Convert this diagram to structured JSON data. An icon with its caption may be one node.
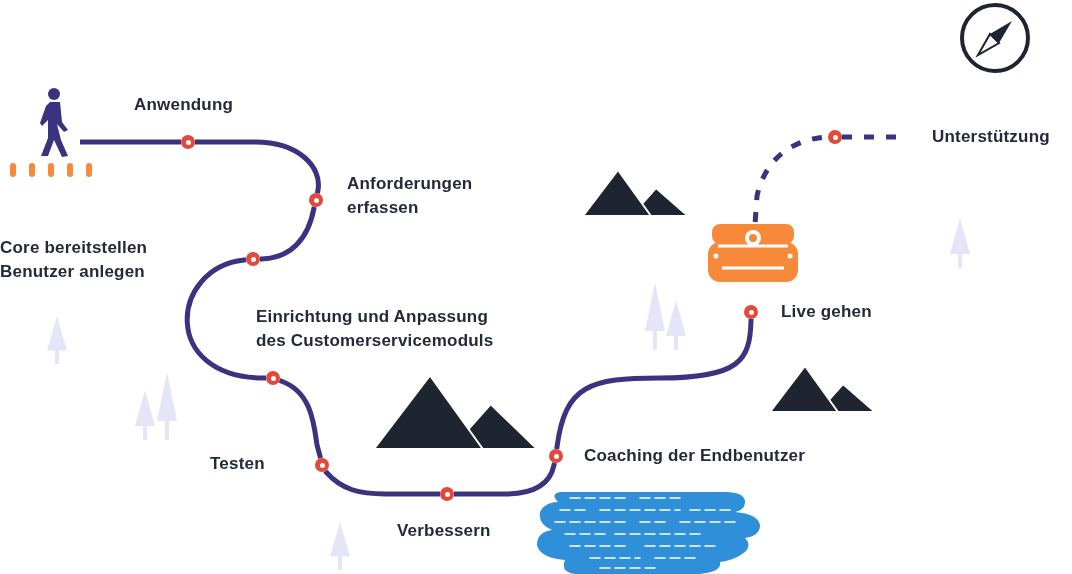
{
  "diagram": {
    "nodes": [
      {
        "text": [],
        "shape": "person"
      },
      {
        "text": [],
        "shape": "circle",
        "beside": [
          "Anwendung"
        ]
      },
      {
        "text": [],
        "shape": "circle",
        "beside": [
          "Anforderungen erfassen"
        ]
      },
      {
        "text": [],
        "shape": "circle"
      },
      {
        "text": [],
        "shape": "circle",
        "beside": [
          "Einrichtung und Anpassung des Customerservicemoduls"
        ]
      },
      {
        "text": [],
        "shape": "circle",
        "beside": [
          "Testen"
        ]
      },
      {
        "text": [],
        "shape": "circle",
        "beside": [
          "Verbessern"
        ]
      },
      {
        "text": [],
        "shape": "circle",
        "beside": [
          "Coaching der Endbenutzer"
        ]
      },
      {
        "text": [],
        "shape": "circle",
        "beside": [
          "Live gehen"
        ]
      },
      {
        "text": [],
        "shape": "picture"
      },
      {
        "text": [],
        "shape": "circle"
      }
    ],
    "labels": [
      "Unterstützung",
      "Core bereitstellen Benutzer anlegen"
    ],
    "edges": [
      {
        "from": 0,
        "to": 1,
        "arrow": "none"
      },
      {
        "from": 1,
        "to": 2,
        "arrow": "none"
      },
      {
        "from": 2,
        "to": 3,
        "arrow": "none"
      },
      {
        "from": 3,
        "to": 4,
        "arrow": "none"
      },
      {
        "from": 4,
        "to": 5,
        "arrow": "none"
      },
      {
        "from": 5,
        "to": 6,
        "arrow": "none"
      },
      {
        "from": 6,
        "to": 7,
        "arrow": "none"
      },
      {
        "from": 7,
        "to": 8,
        "arrow": "none"
      },
      {
        "from": 9,
        "to": 10,
        "arrow": "none",
        "style": "dashed"
      },
      {
        "from": 10,
        "to": null,
        "arrow": "none",
        "style": "dashed"
      }
    ]
  }
}
